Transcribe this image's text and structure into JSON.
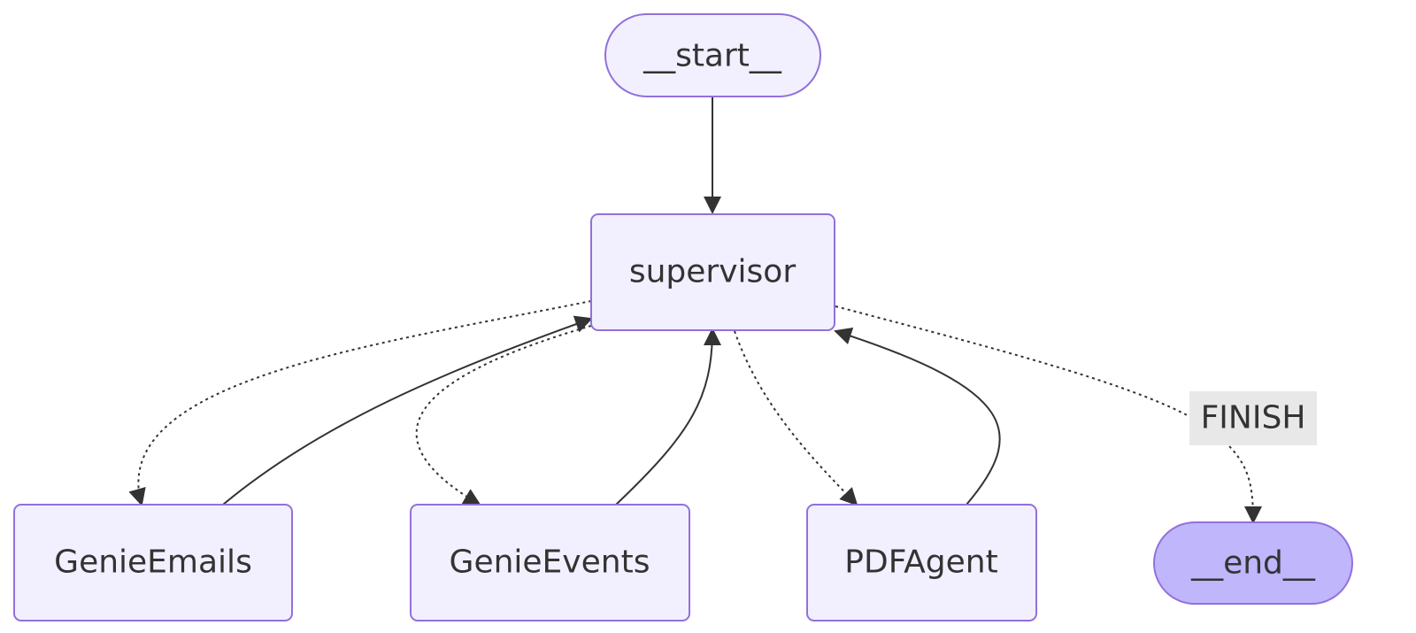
{
  "nodes": {
    "start": "__start__",
    "supervisor": "supervisor",
    "genie_emails": "GenieEmails",
    "genie_events": "GenieEvents",
    "pdf_agent": "PDFAgent",
    "end": "__end__"
  },
  "edge_labels": {
    "finish": "FINISH"
  },
  "colors": {
    "node_fill": "#f2f0ff",
    "node_stroke": "#9370db",
    "end_fill": "#bfb6fc",
    "edge": "#333333",
    "label_bg": "#e8e8e8"
  }
}
